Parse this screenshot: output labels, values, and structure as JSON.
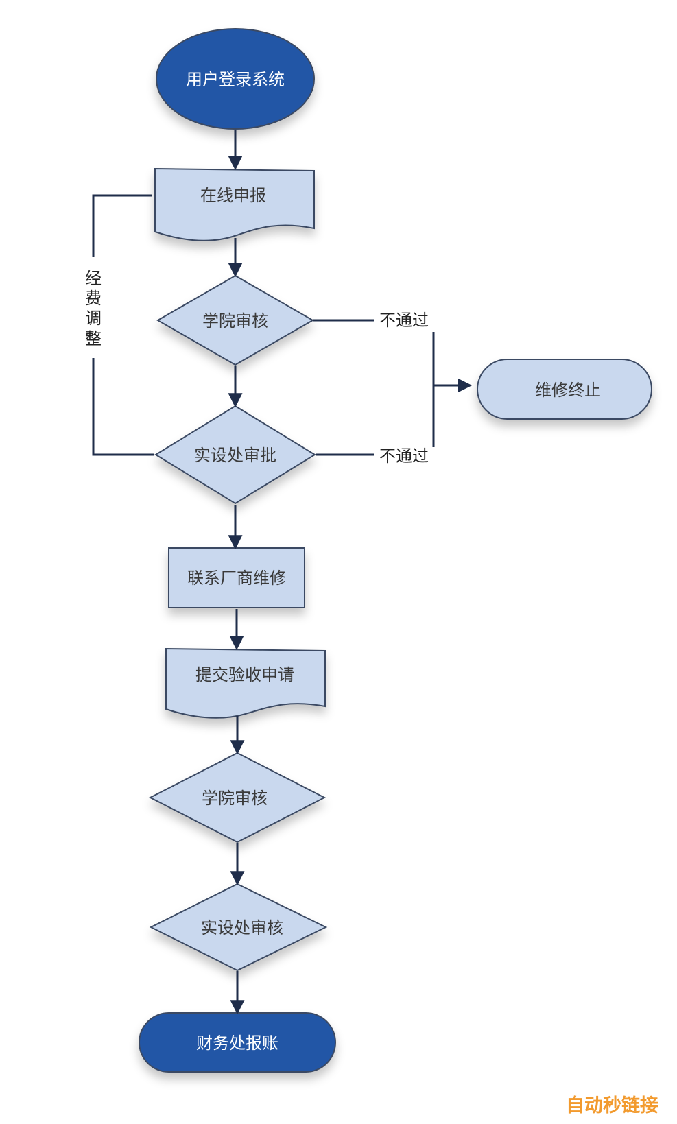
{
  "colors": {
    "dark_node": "#2356a6",
    "light_node": "#c9d8ee",
    "stroke": "#3b4a63",
    "arrow": "#1f2d4a",
    "watermark": "#f29a2e"
  },
  "nodes": {
    "start": "用户登录系统",
    "online_apply": "在线申报",
    "college_review_1": "学院审核",
    "equipment_approve": "实设处审批",
    "terminate": "维修终止",
    "contact_vendor": "联系厂商维修",
    "submit_acceptance": "提交验收申请",
    "college_review_2": "学院审核",
    "equipment_review": "实设处审核",
    "finance": "财务处报账"
  },
  "edges": {
    "reject_1": "不通过",
    "reject_2": "不通过",
    "fee_adjust": [
      "经",
      "费",
      "调",
      "整"
    ]
  },
  "watermark": "自动秒链接"
}
